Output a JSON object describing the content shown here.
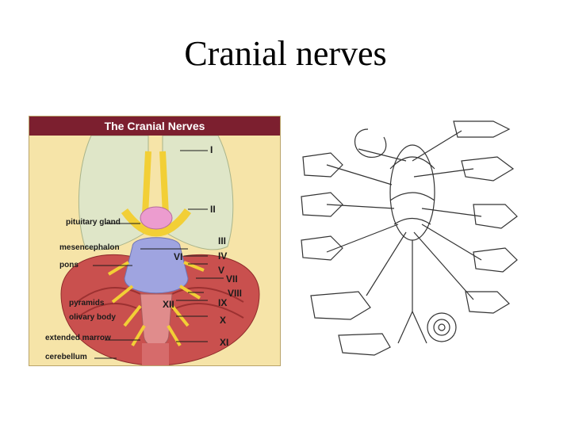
{
  "slide": {
    "title": "Cranial nerves"
  },
  "left_figure": {
    "header": "The Cranial Nerves",
    "labels": {
      "pituitary_gland": "pituitary gland",
      "mesencephalon": "mesencephalon",
      "pons": "pons",
      "pyramids": "pyramids",
      "olivary_body": "olivary body",
      "extended_marrow": "extended marrow",
      "cerebellum": "cerebellum"
    },
    "nerves": {
      "I": "I",
      "II": "II",
      "III": "III",
      "IV": "IV",
      "V": "V",
      "VI": "VI",
      "VII": "VII",
      "VIII": "VIII",
      "IX": "IX",
      "X": "X",
      "XI": "XI",
      "XII": "XII"
    },
    "colors": {
      "header": "#7c1f2f",
      "background": "#f6e4a8",
      "nerve": "#f2cf36",
      "brain": "#dfe6c8",
      "cerebellum": "#c9504e"
    }
  }
}
